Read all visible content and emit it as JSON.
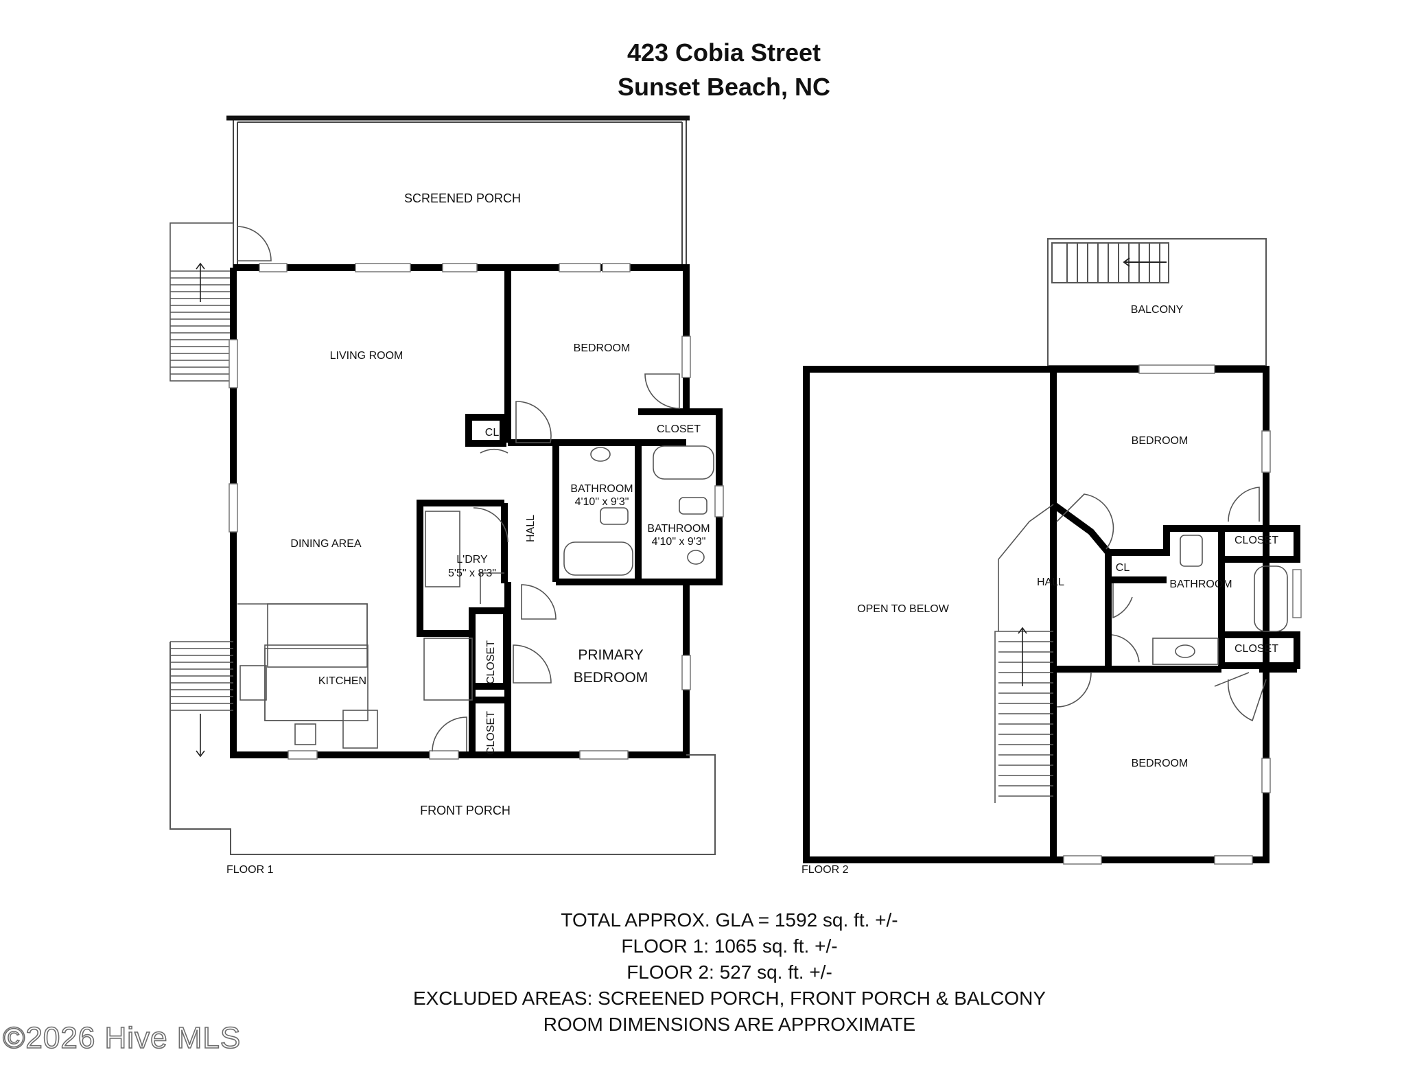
{
  "header": {
    "address": "423 Cobia Street",
    "city": "Sunset Beach, NC"
  },
  "floor1": {
    "label": "FLOOR 1",
    "rooms": {
      "screened_porch": "SCREENED PORCH",
      "living_room": "LIVING ROOM",
      "bedroom": "BEDROOM",
      "cl": "CL",
      "closet_top": "CLOSET",
      "bathroom1_name": "BATHROOM",
      "bathroom1_dim": "4'10\" x 9'3\"",
      "bathroom2_name": "BATHROOM",
      "bathroom2_dim": "4'10\" x 9'3\"",
      "hall": "HALL",
      "dining_area": "DINING AREA",
      "laundry_name": "L'DRY",
      "laundry_dim": "5'5\" x 8'3\"",
      "primary_bedroom_line1": "PRIMARY",
      "primary_bedroom_line2": "BEDROOM",
      "kitchen": "KITCHEN",
      "closet_a": "CLOSET",
      "closet_b": "CLOSET",
      "front_porch": "FRONT PORCH"
    }
  },
  "floor2": {
    "label": "FLOOR 2",
    "rooms": {
      "balcony": "BALCONY",
      "bedroom_top": "BEDROOM",
      "open_to_below": "OPEN TO BELOW",
      "hall": "HALL",
      "cl": "CL",
      "bathroom": "BATHROOM",
      "closet_top": "CLOSET",
      "closet_bottom": "CLOSET",
      "bedroom_bottom": "BEDROOM"
    }
  },
  "summary": {
    "total": "TOTAL APPROX. GLA = 1592 sq. ft. +/-",
    "floor1": "FLOOR 1: 1065 sq. ft. +/-",
    "floor2": "FLOOR 2: 527 sq. ft. +/-",
    "excluded": "EXCLUDED AREAS: SCREENED PORCH, FRONT PORCH & BALCONY",
    "note": "ROOM DIMENSIONS ARE APPROXIMATE"
  },
  "watermark": "©2026 Hive MLS"
}
